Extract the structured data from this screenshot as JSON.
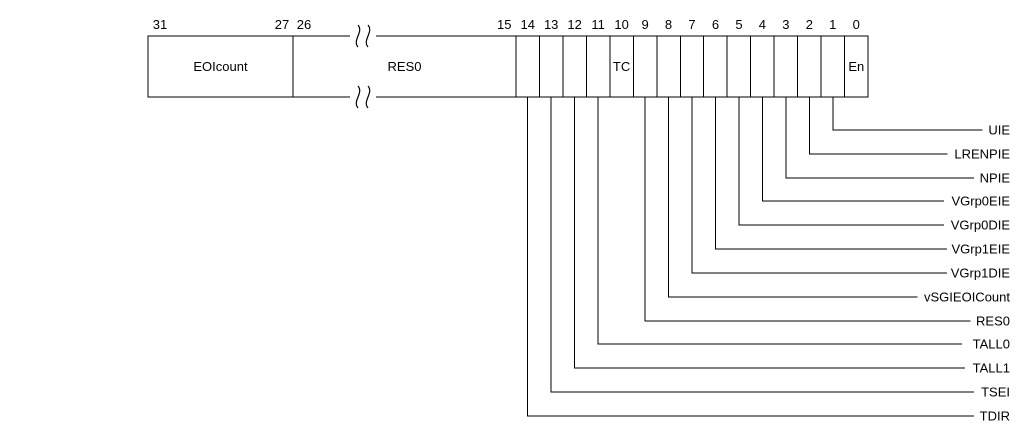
{
  "figure": {
    "type": "register-bit-field-diagram",
    "register": {
      "top_fields": [
        {
          "name": "EOIcount",
          "bits": "31:27"
        },
        {
          "name": "RES0",
          "bits": "26:15",
          "broken": true
        }
      ],
      "cell_labels": [
        {
          "bit": 10,
          "text": "TC"
        },
        {
          "bit": 0,
          "text": "En"
        }
      ],
      "bit_numbers": [
        "31",
        "27",
        "26",
        "15",
        "14",
        "13",
        "12",
        "11",
        "10",
        "9",
        "8",
        "7",
        "6",
        "5",
        "4",
        "3",
        "2",
        "1",
        "0"
      ],
      "callouts": [
        {
          "bit": 1,
          "label": "UIE"
        },
        {
          "bit": 2,
          "label": "LRENPIE"
        },
        {
          "bit": 3,
          "label": "NPIE"
        },
        {
          "bit": 4,
          "label": "VGrp0EIE"
        },
        {
          "bit": 5,
          "label": "VGrp0DIE"
        },
        {
          "bit": 6,
          "label": "VGrp1EIE"
        },
        {
          "bit": 7,
          "label": "VGrp1DIE"
        },
        {
          "bit": 8,
          "label": "vSGIEOICount"
        },
        {
          "bit": 9,
          "label": "RES0"
        },
        {
          "bit": 11,
          "label": "TALL0"
        },
        {
          "bit": 12,
          "label": "TALL1"
        },
        {
          "bit": 13,
          "label": "TSEI"
        },
        {
          "bit": 14,
          "label": "TDIR"
        }
      ]
    },
    "colors": {
      "line": "#000000",
      "text": "#000000",
      "background": "#ffffff"
    }
  }
}
